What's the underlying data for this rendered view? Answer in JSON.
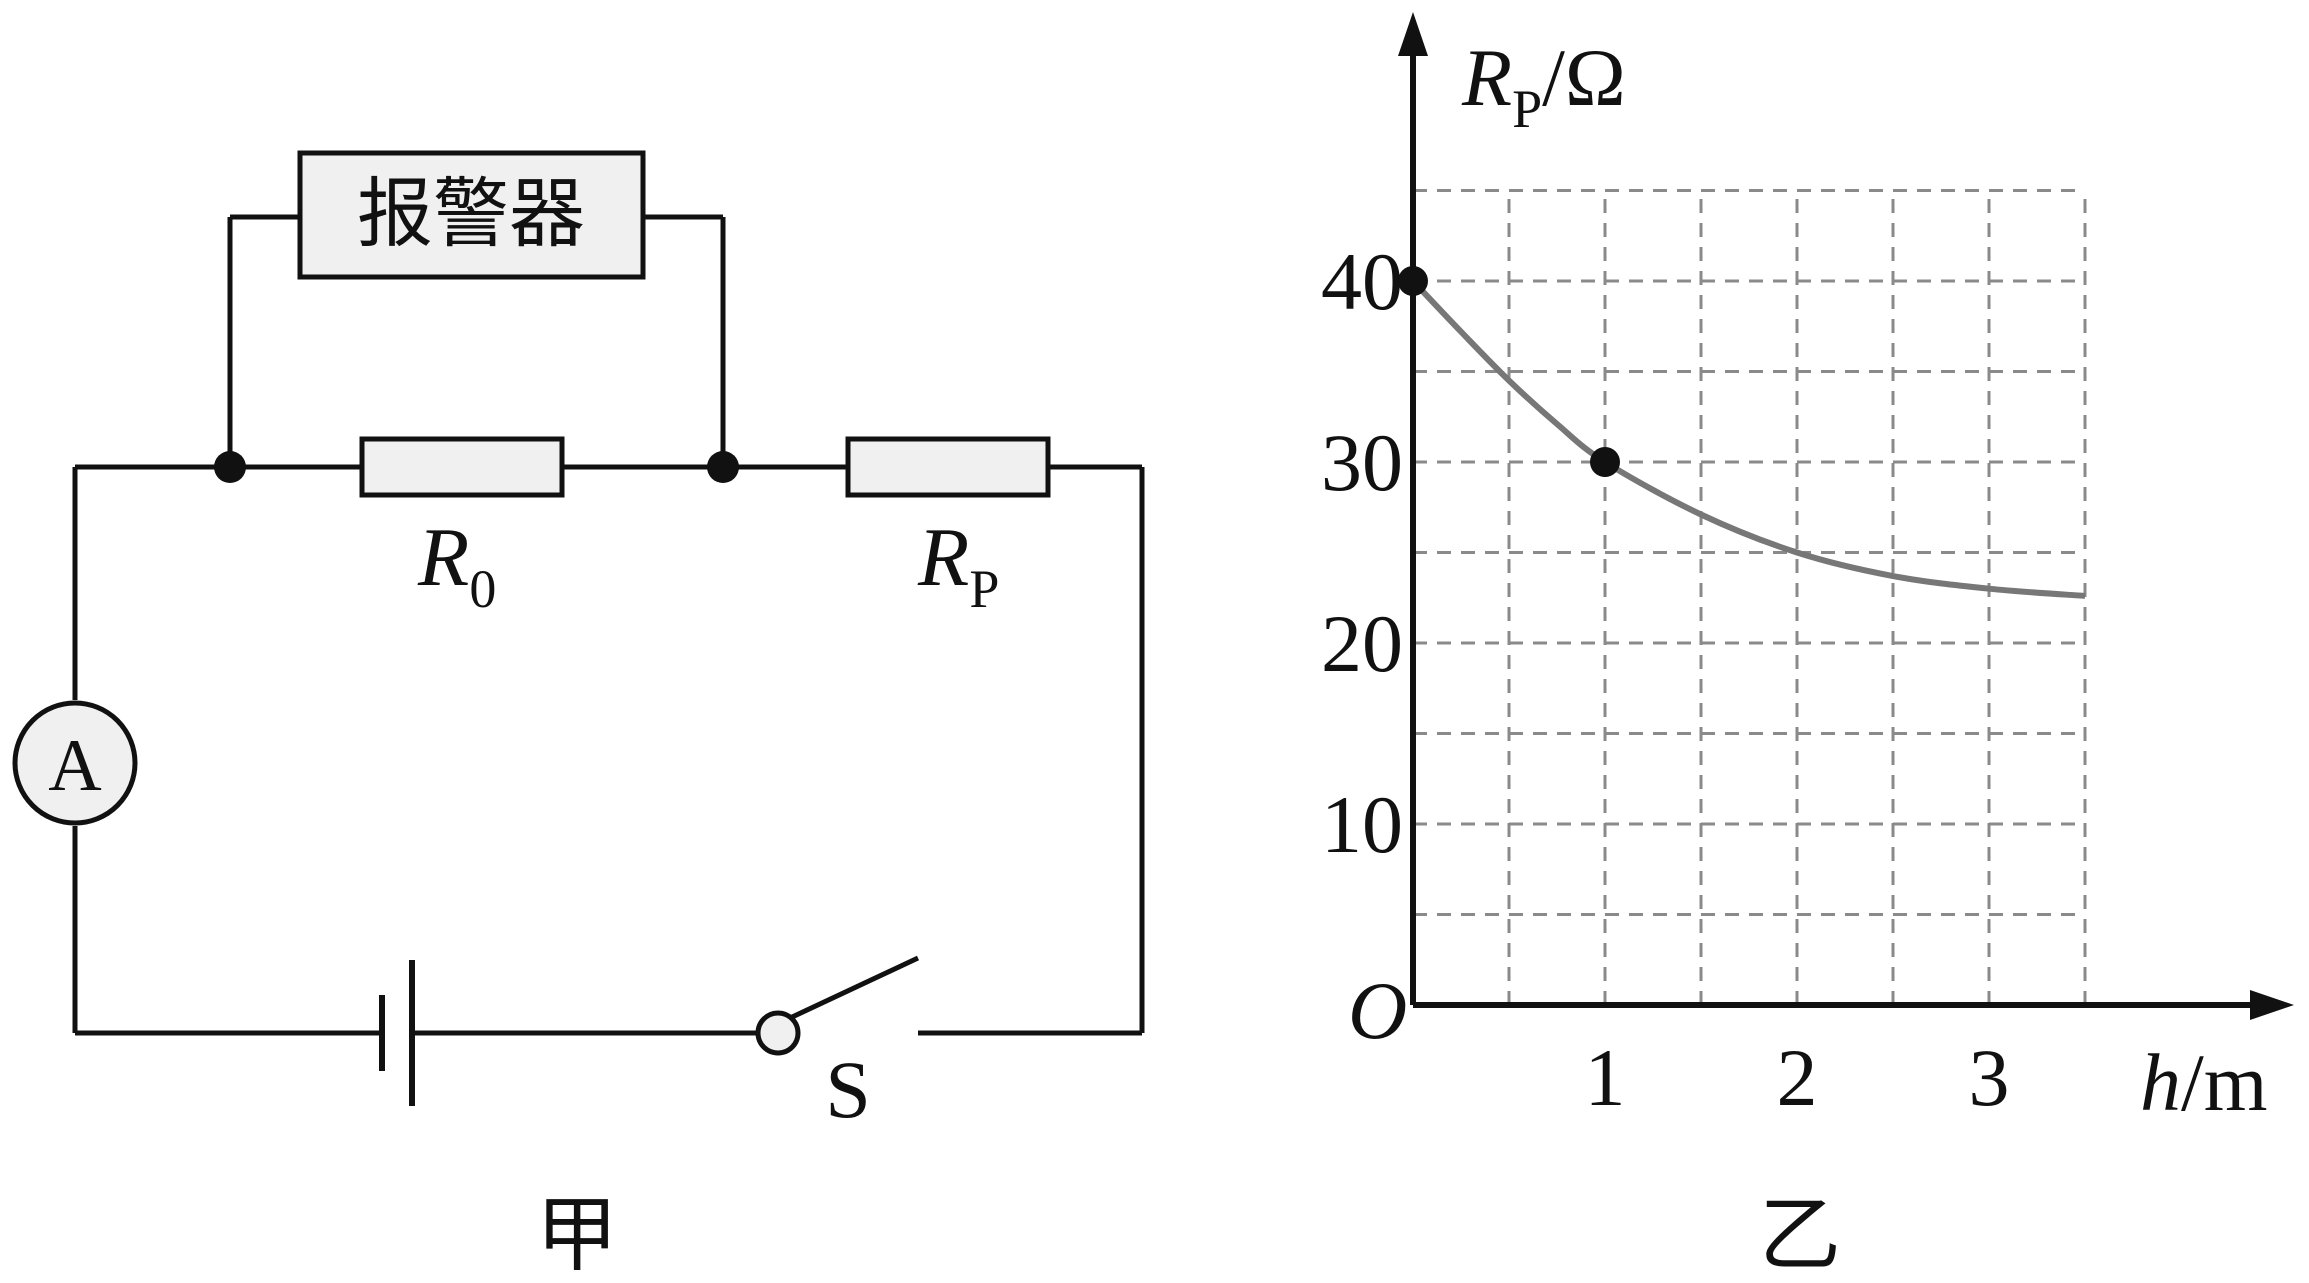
{
  "circuit": {
    "alarm_label": "报警器",
    "ammeter_label": "A",
    "r0_symbol": "R",
    "r0_subscript": "0",
    "rp_symbol": "R",
    "rp_subscript": "P",
    "switch_label": "S",
    "caption": "甲"
  },
  "graph": {
    "caption": "乙",
    "origin_label": "O",
    "y_axis_label": {
      "symbol": "R",
      "subscript": "P",
      "unit": "/Ω"
    },
    "x_axis_label": {
      "symbol": "h",
      "unit": "/m"
    }
  },
  "chart_data": {
    "type": "line",
    "x_label": "h/m",
    "y_label": "RP/Ω",
    "xlim": [
      0,
      3.5
    ],
    "ylim": [
      0,
      45
    ],
    "x_ticks": [
      1,
      2,
      3
    ],
    "y_ticks": [
      10,
      20,
      30,
      40
    ],
    "grid": {
      "x_step": 0.5,
      "y_step": 5,
      "style": "dashed"
    },
    "series": [
      {
        "x": [
          0,
          0.25,
          0.5,
          0.75,
          1,
          1.5,
          2,
          2.5,
          3,
          3.5
        ],
        "y": [
          40,
          37.2,
          34.5,
          32.1,
          30,
          27.1,
          25,
          23.7,
          23,
          22.6
        ]
      }
    ],
    "marked_points": [
      {
        "x": 0,
        "y": 40
      },
      {
        "x": 1,
        "y": 30
      }
    ]
  }
}
